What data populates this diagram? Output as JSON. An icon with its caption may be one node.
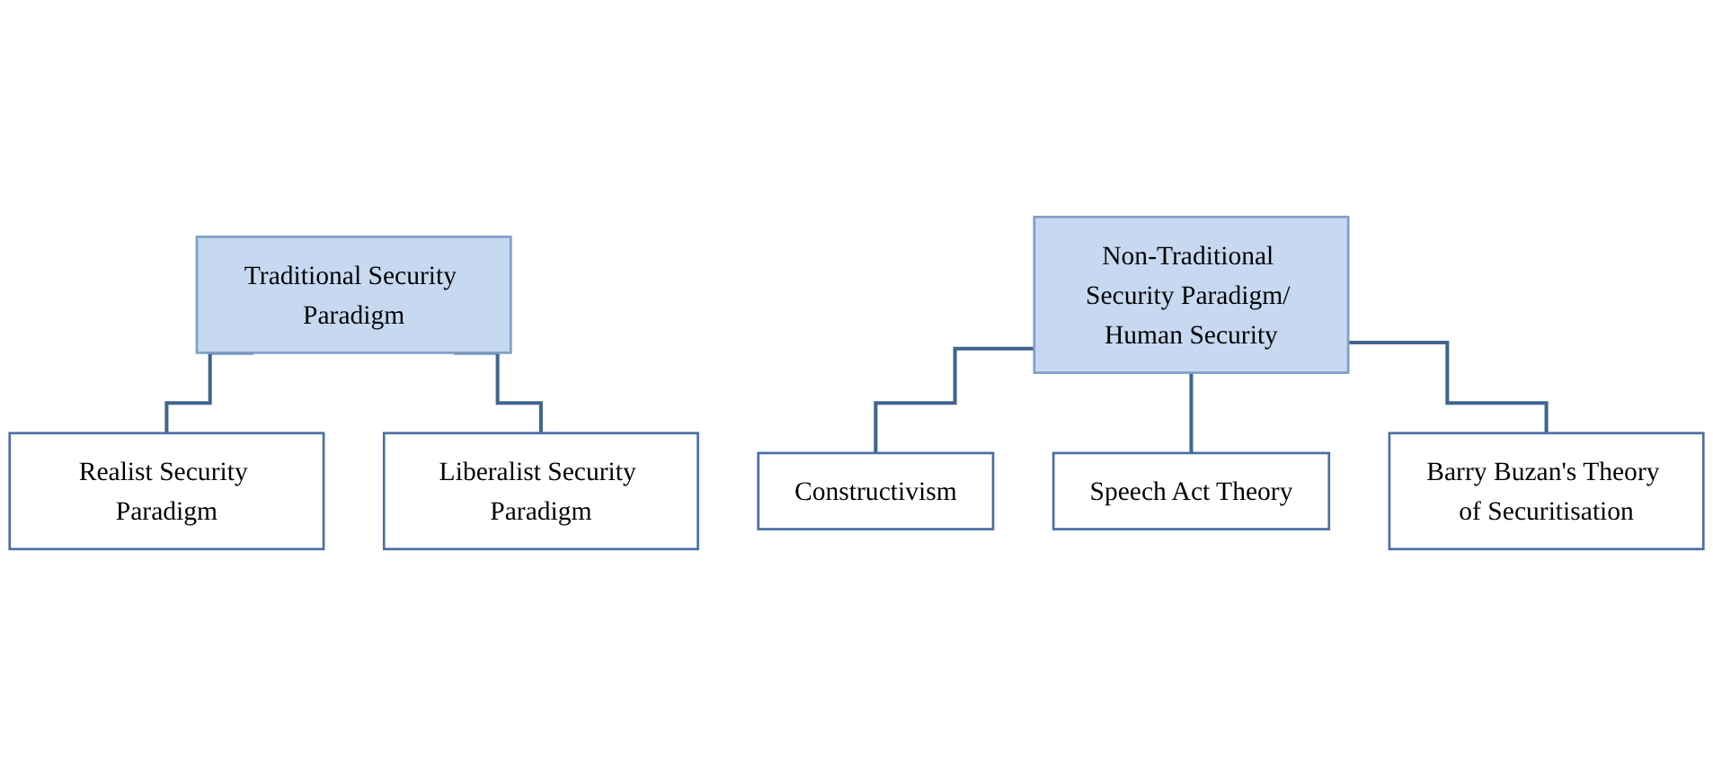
{
  "diagram": {
    "nodes": [
      {
        "text": [
          "Traditional Security Paradigm"
        ]
      },
      {
        "text": [
          "Realist Security Paradigm"
        ]
      },
      {
        "text": [
          "Liberalist Security Paradigm"
        ]
      },
      {
        "text": [
          "Non-Traditional Security Paradigm/ Human Security"
        ]
      },
      {
        "text": [
          "Constructivism"
        ]
      },
      {
        "text": [
          "Speech Act Theory"
        ]
      },
      {
        "text": [
          "Barry Buzan's Theory of Securitisation"
        ]
      }
    ],
    "edges": [
      {
        "from": 0,
        "to": 1,
        "arrow": "none"
      },
      {
        "from": 0,
        "to": 2,
        "arrow": "none"
      },
      {
        "from": 3,
        "to": 4,
        "arrow": "none"
      },
      {
        "from": 3,
        "to": 5,
        "arrow": "none"
      },
      {
        "from": 3,
        "to": 6,
        "arrow": "none"
      }
    ]
  }
}
